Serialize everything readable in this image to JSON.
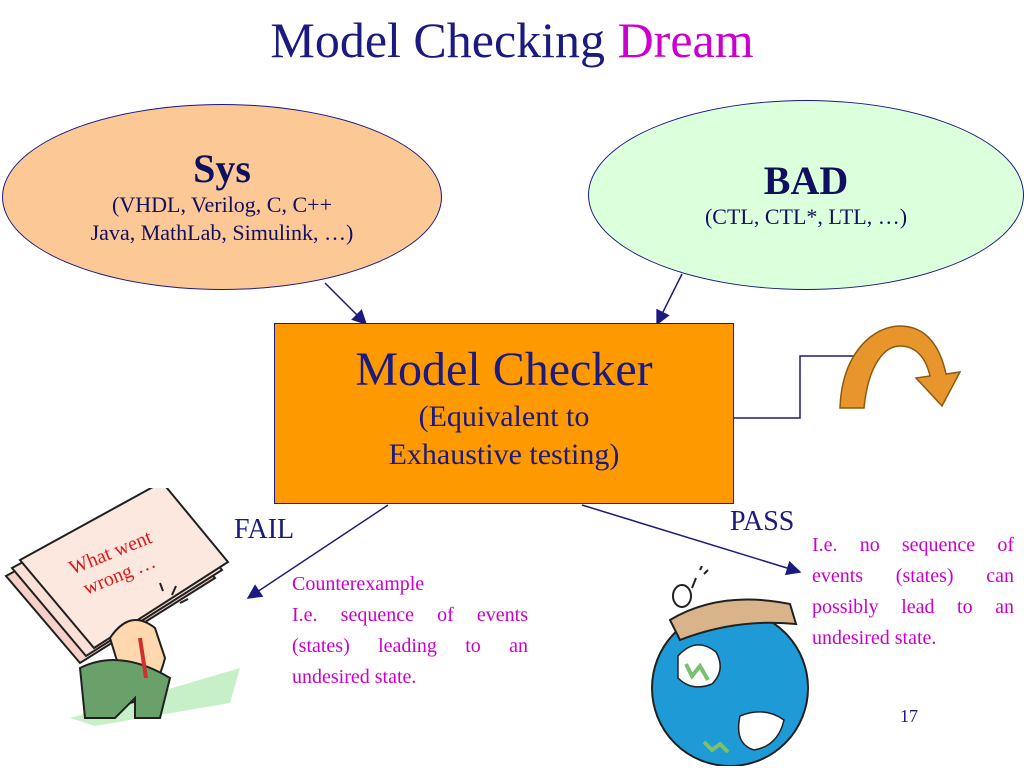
{
  "title": {
    "main": "Model Checking ",
    "accent": "Dream"
  },
  "sys": {
    "title": "Sys",
    "line1": "(VHDL, Verilog, C, C++",
    "line2": "Java, MathLab, Simulink, …)"
  },
  "bad": {
    "title": "BAD",
    "line1": "(CTL, CTL*, LTL, …)"
  },
  "checker": {
    "title": "Model Checker",
    "line1": "(Equivalent to",
    "line2": "Exhaustive testing)"
  },
  "fail": {
    "label": "FAIL",
    "note": "What went wrong …",
    "counter_title": "Counterexample",
    "counter_body": "I.e. sequence of events (states) leading to an undesired state."
  },
  "pass": {
    "label": "PASS",
    "body": "I.e. no sequence of events (states) can possibly lead to an undesired state."
  },
  "slide_number": "17",
  "colors": {
    "title": "#1a1a80",
    "accent": "#cc00cc",
    "sys_fill": "#fcc896",
    "bad_fill": "#dcffdc",
    "checker_fill": "#ff9900"
  }
}
